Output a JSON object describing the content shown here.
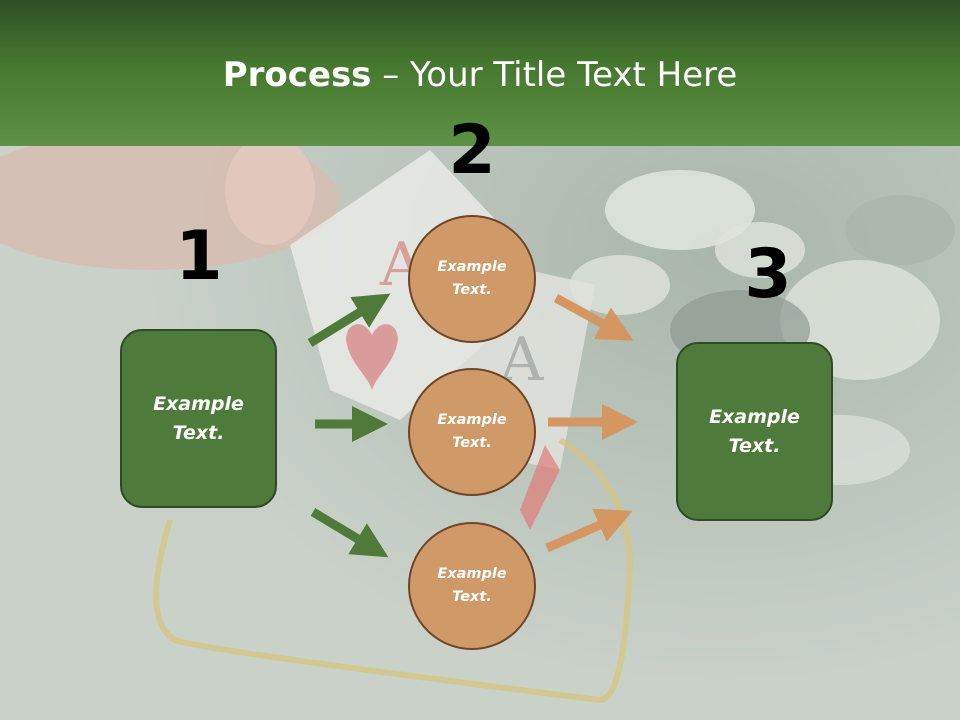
{
  "slide": {
    "title_bold": "Process",
    "title_rest": " – Your Title Text Here",
    "steps": [
      "1",
      "2",
      "3"
    ],
    "left_box": "Example Text.",
    "circles": [
      "Example Text.",
      "Example Text.",
      "Example Text."
    ],
    "right_box": "Example Text."
  },
  "colors": {
    "header_green": "#46782f",
    "box_green": "#4e7a3b",
    "circle_tan": "#cf9a68",
    "arrow_green": "#4f7a3a",
    "arrow_tan": "#d59762"
  }
}
